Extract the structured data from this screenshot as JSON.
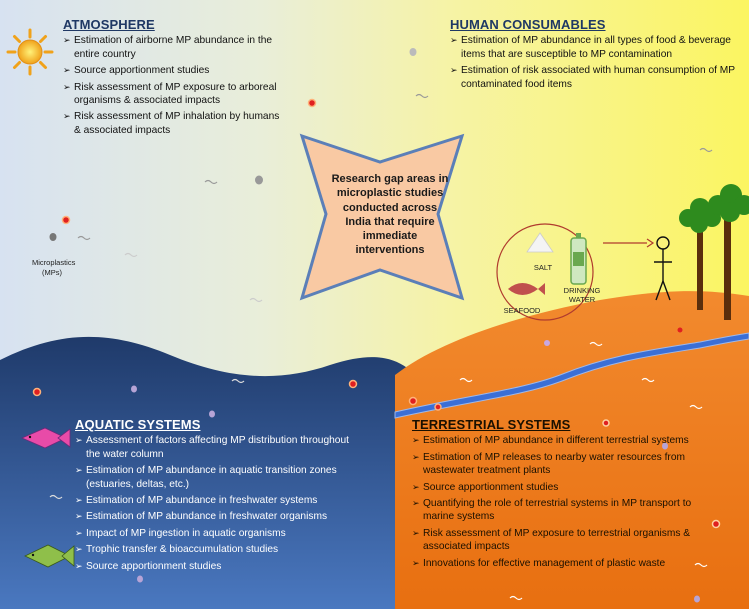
{
  "atmosphere": {
    "title": "ATMOSPHERE",
    "items": [
      "Estimation of airborne MP abundance in the entire country",
      "Source apportionment studies",
      "Risk assessment of MP exposure to arboreal organisms & associated impacts",
      "Risk assessment of MP inhalation by humans & associated impacts"
    ]
  },
  "human": {
    "title": "HUMAN CONSUMABLES",
    "items": [
      "Estimation of MP abundance in all types of  food & beverage items  that are susceptible to MP contamination",
      "Estimation of risk associated with human consumption of MP contaminated food items"
    ]
  },
  "aquatic": {
    "title": "AQUATIC SYSTEMS",
    "items": [
      "Assessment of factors affecting MP distribution throughout the water column",
      "Estimation of MP abundance in aquatic transition zones (estuaries, deltas, etc.)",
      "Estimation of MP abundance in freshwater systems",
      "Estimation of MP abundance in freshwater organisms",
      "Impact of MP ingestion in aquatic organisms",
      "Trophic transfer & bioaccumulation studies",
      "Source apportionment studies"
    ]
  },
  "terrestrial": {
    "title": "TERRESTRIAL SYSTEMS",
    "items": [
      "Estimation of MP abundance in different terrestrial systems",
      "Estimation of MP releases to nearby water resources from wastewater treatment plants",
      "Source apportionment studies",
      "Quantifying the role of terrestrial systems in MP transport to marine systems",
      "Risk  assessment of MP exposure to terrestrial organisms & associated impacts",
      "Innovations for effective management of plastic waste"
    ]
  },
  "center": {
    "text": "Research gap areas in microplastic studies conducted across India that require immediate interventions"
  },
  "labels": {
    "microplastics": "Microplastics (MPs)",
    "salt": "SALT",
    "seafood": "SEAFOOD",
    "drinking_water": "DRINKING WATER"
  },
  "colors": {
    "sea": "#2f5597",
    "land": "#ed7d31",
    "river": "#3b6fd6",
    "center_box": "#f9c9a3",
    "center_border": "#5b7fb8",
    "fish_pink": "#e84ba8",
    "fish_green": "#8fbf4a"
  }
}
